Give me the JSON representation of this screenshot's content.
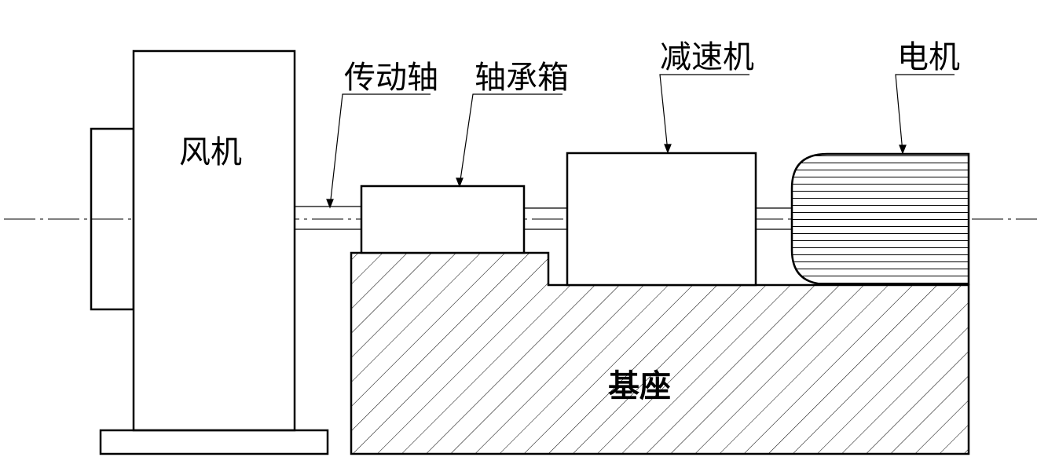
{
  "labels": {
    "fan": "风机",
    "shaft": "传动轴",
    "bearing_box": "轴承箱",
    "reducer": "减速机",
    "motor": "电机",
    "base": "基座"
  },
  "colors": {
    "line": "#000000",
    "background": "#ffffff"
  }
}
